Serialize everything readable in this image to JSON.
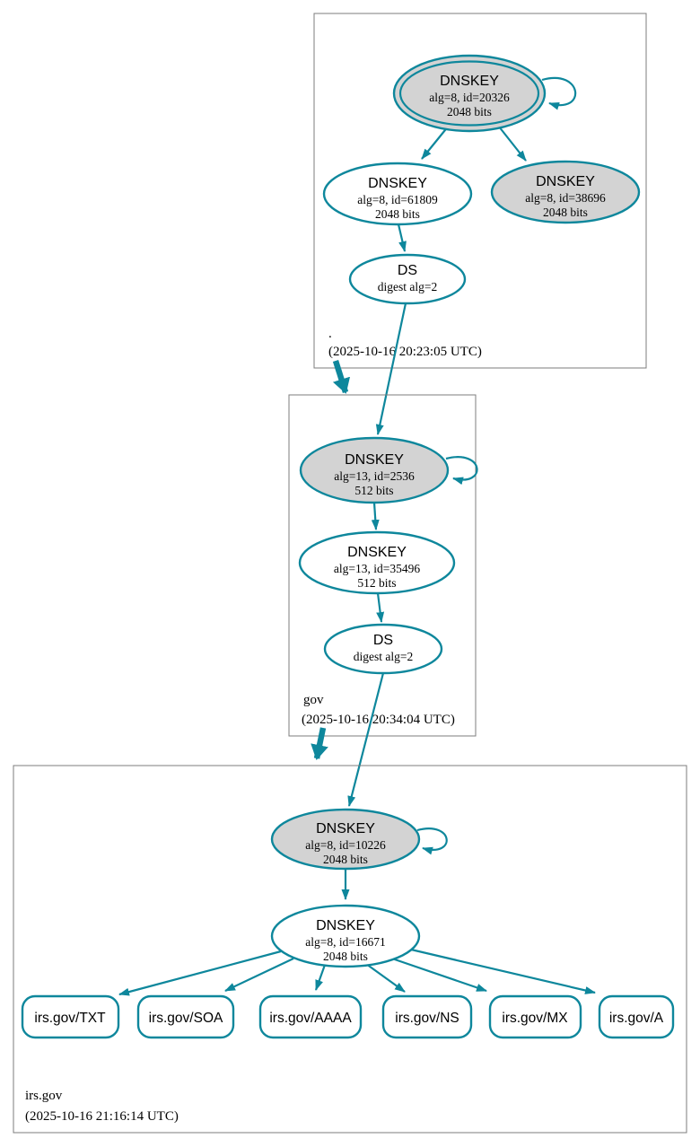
{
  "colors": {
    "secure": "#0e879c",
    "ksk_fill": "#d3d3d3",
    "node_fill": "#ffffff",
    "zone_box_border": "#7d7d7d",
    "text": "#000000",
    "background": "#ffffff"
  },
  "zones": [
    {
      "label": ".",
      "timestamp": "(2025-10-16 20:23:05 UTC)",
      "ksk": {
        "title": "DNSKEY",
        "detail": "alg=8, id=20326",
        "size": "2048 bits"
      },
      "zsk": {
        "title": "DNSKEY",
        "detail": "alg=8, id=61809",
        "size": "2048 bits"
      },
      "key2": {
        "title": "DNSKEY",
        "detail": "alg=8, id=38696",
        "size": "2048 bits"
      },
      "ds": {
        "title": "DS",
        "detail": "digest alg=2"
      }
    },
    {
      "label": "gov",
      "timestamp": "(2025-10-16 20:34:04 UTC)",
      "ksk": {
        "title": "DNSKEY",
        "detail": "alg=13, id=2536",
        "size": "512 bits"
      },
      "zsk": {
        "title": "DNSKEY",
        "detail": "alg=13, id=35496",
        "size": "512 bits"
      },
      "ds": {
        "title": "DS",
        "detail": "digest alg=2"
      }
    },
    {
      "label": "irs.gov",
      "timestamp": "(2025-10-16 21:16:14 UTC)",
      "ksk": {
        "title": "DNSKEY",
        "detail": "alg=8, id=10226",
        "size": "2048 bits"
      },
      "zsk": {
        "title": "DNSKEY",
        "detail": "alg=8, id=16671",
        "size": "2048 bits"
      },
      "rrsets": [
        "irs.gov/TXT",
        "irs.gov/SOA",
        "irs.gov/AAAA",
        "irs.gov/NS",
        "irs.gov/MX",
        "irs.gov/A"
      ]
    }
  ]
}
